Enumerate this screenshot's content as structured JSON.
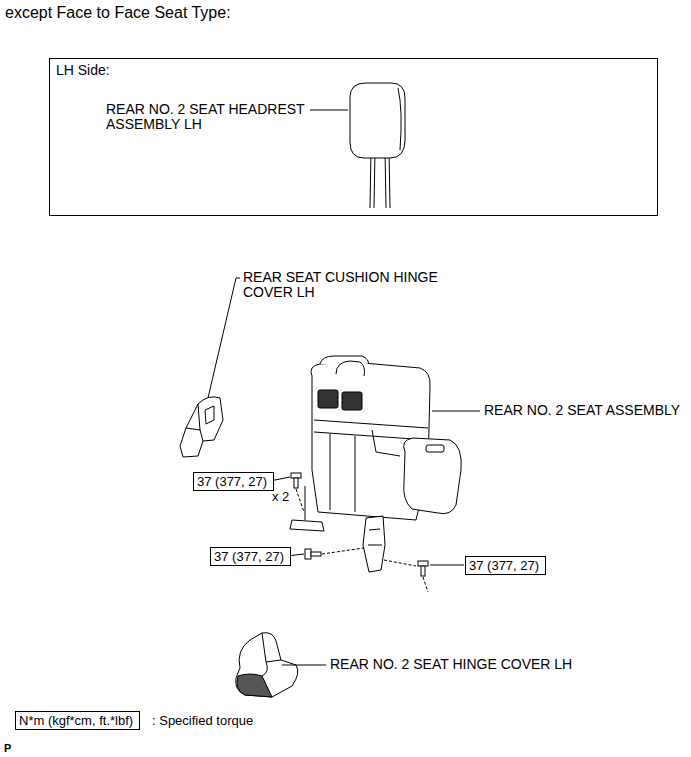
{
  "diagram": {
    "title": "except Face to Face Seat Type:",
    "nodes": [
      {
        "text": [
          "LH Side:"
        ]
      },
      {
        "text": [
          "37 (377, 27)"
        ]
      },
      {
        "text": [
          "37 (377, 27)"
        ]
      },
      {
        "text": [
          "37 (377, 27)"
        ]
      },
      {
        "text": [
          "N*m (kgf*cm, ft.*lbf)"
        ]
      }
    ],
    "labels": [
      "REAR NO. 2 SEAT HEADREST ASSEMBLY LH",
      "REAR SEAT CUSHION HINGE COVER LH",
      "REAR NO. 2 SEAT ASSEMBLY",
      "x 2",
      "REAR NO. 2 SEAT HINGE COVER LH",
      ": Specified torque",
      "P"
    ]
  }
}
